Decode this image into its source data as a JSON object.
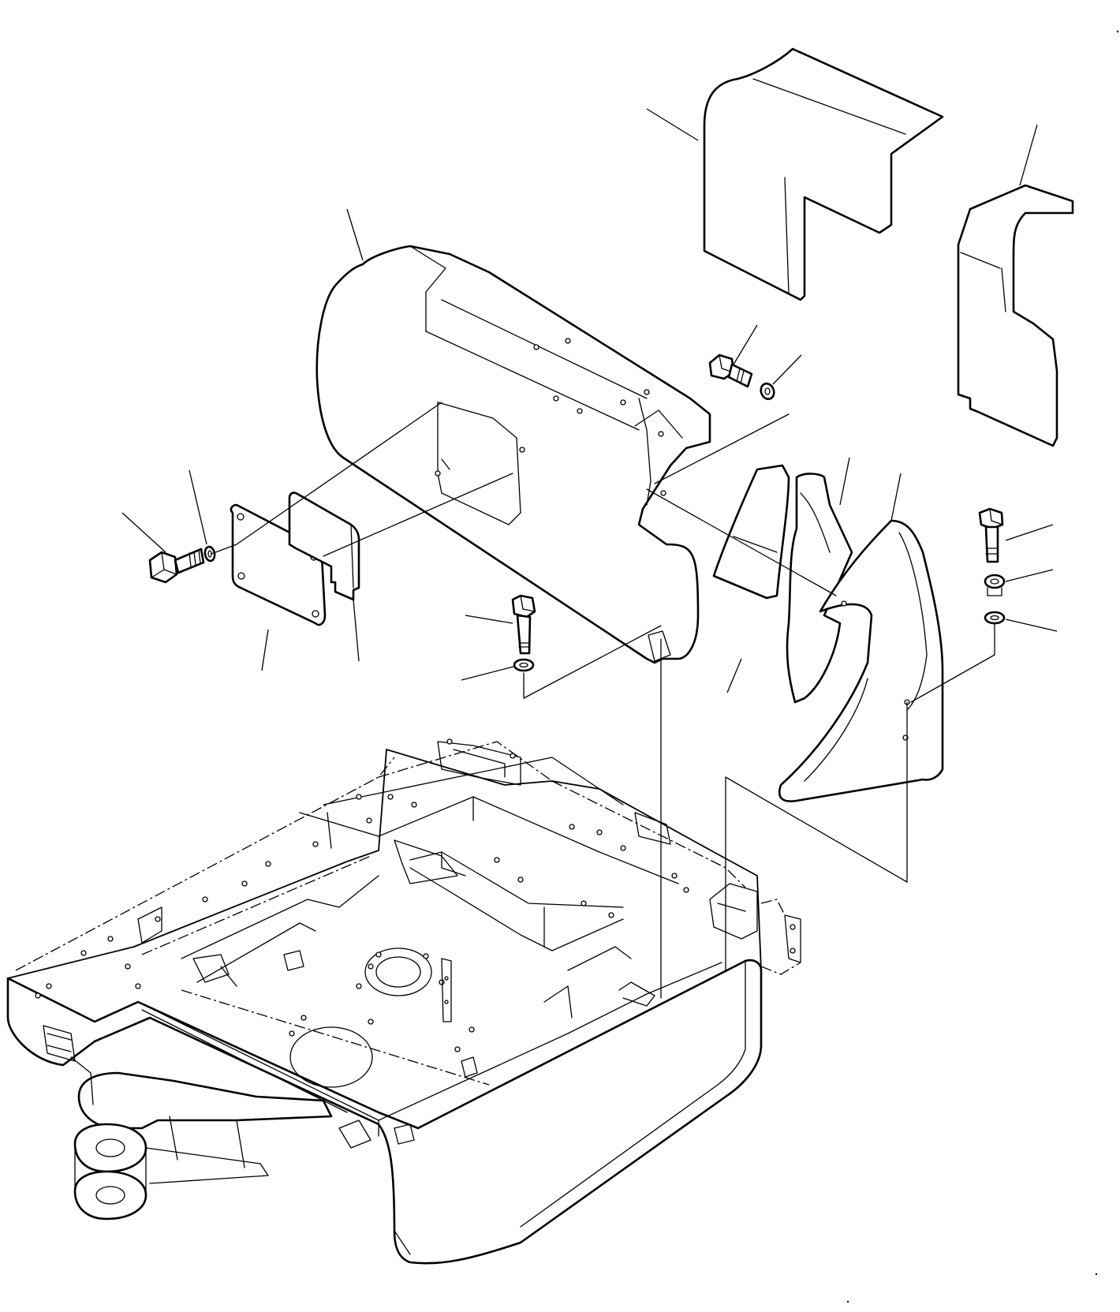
{
  "diagram": {
    "colors": {
      "line": "#000000",
      "background": "#ffffff"
    },
    "parts": [
      "engine-hood-cover",
      "top-cover",
      "right-side-cover",
      "inspection-cover-plate",
      "gasket",
      "side-covers",
      "hex-bolts",
      "washers",
      "revolving-frame"
    ]
  }
}
